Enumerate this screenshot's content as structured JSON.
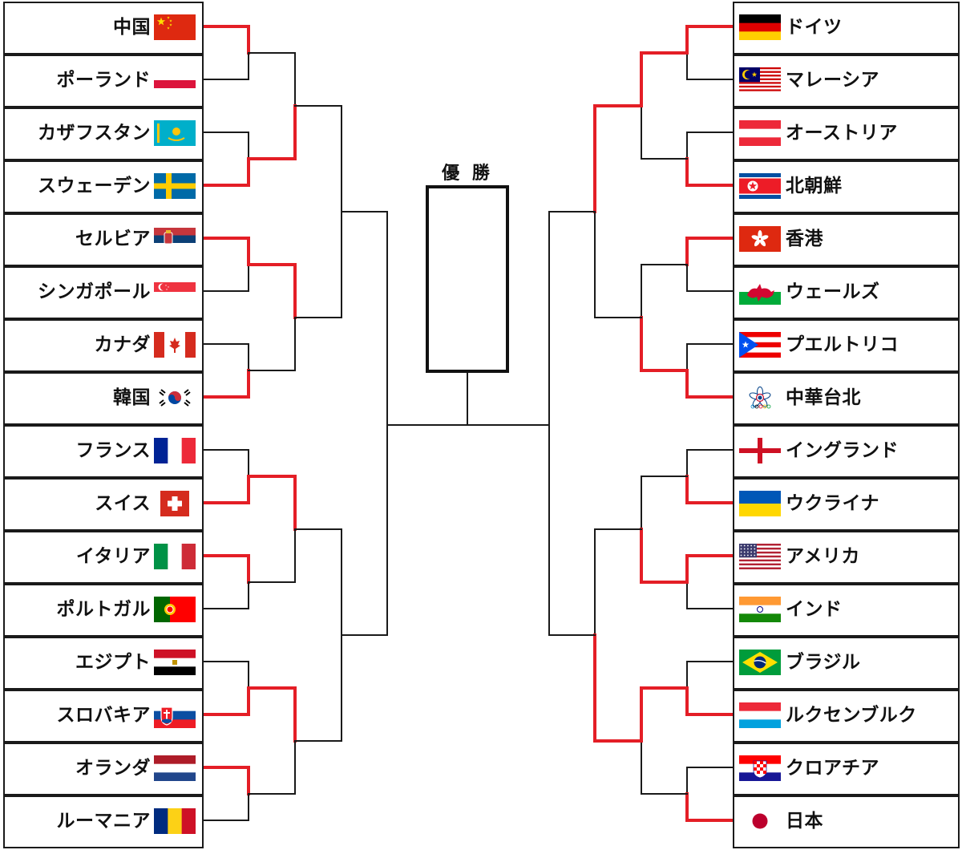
{
  "champion_label": "優 勝",
  "colors": {
    "win": "#e41e26",
    "line": "#1a1a1a"
  },
  "left_teams": [
    {
      "name": "中国",
      "flag": "china"
    },
    {
      "name": "ポーランド",
      "flag": "poland"
    },
    {
      "name": "カザフスタン",
      "flag": "kazakhstan"
    },
    {
      "name": "スウェーデン",
      "flag": "sweden"
    },
    {
      "name": "セルビア",
      "flag": "serbia"
    },
    {
      "name": "シンガポール",
      "flag": "singapore"
    },
    {
      "name": "カナダ",
      "flag": "canada"
    },
    {
      "name": "韓国",
      "flag": "korea"
    },
    {
      "name": "フランス",
      "flag": "france"
    },
    {
      "name": "スイス",
      "flag": "switzerland"
    },
    {
      "name": "イタリア",
      "flag": "italy"
    },
    {
      "name": "ポルトガル",
      "flag": "portugal"
    },
    {
      "name": "エジプト",
      "flag": "egypt"
    },
    {
      "name": "スロバキア",
      "flag": "slovakia"
    },
    {
      "name": "オランダ",
      "flag": "netherlands"
    },
    {
      "name": "ルーマニア",
      "flag": "romania"
    }
  ],
  "right_teams": [
    {
      "name": "ドイツ",
      "flag": "germany"
    },
    {
      "name": "マレーシア",
      "flag": "malaysia"
    },
    {
      "name": "オーストリア",
      "flag": "austria"
    },
    {
      "name": "北朝鮮",
      "flag": "north-korea"
    },
    {
      "name": "香港",
      "flag": "hong-kong"
    },
    {
      "name": "ウェールズ",
      "flag": "wales"
    },
    {
      "name": "プエルトリコ",
      "flag": "puerto-rico"
    },
    {
      "name": "中華台北",
      "flag": "chinese-taipei"
    },
    {
      "name": "イングランド",
      "flag": "england"
    },
    {
      "name": "ウクライナ",
      "flag": "ukraine"
    },
    {
      "name": "アメリカ",
      "flag": "usa"
    },
    {
      "name": "インド",
      "flag": "india"
    },
    {
      "name": "ブラジル",
      "flag": "brazil"
    },
    {
      "name": "ルクセンブルク",
      "flag": "luxembourg"
    },
    {
      "name": "クロアチア",
      "flag": "croatia"
    },
    {
      "name": "日本",
      "flag": "japan"
    }
  ],
  "results": {
    "left_r1_winners": [
      0,
      1,
      0,
      1,
      1,
      0,
      1,
      0
    ],
    "left_r2_winners": [
      1,
      0,
      0,
      0
    ],
    "left_r3_winners": [],
    "right_r1_winners": [
      0,
      1,
      0,
      1,
      1,
      0,
      1,
      1
    ],
    "right_r2_winners": [
      0,
      1,
      1,
      0
    ],
    "right_r3_winners": [
      0,
      1
    ]
  }
}
